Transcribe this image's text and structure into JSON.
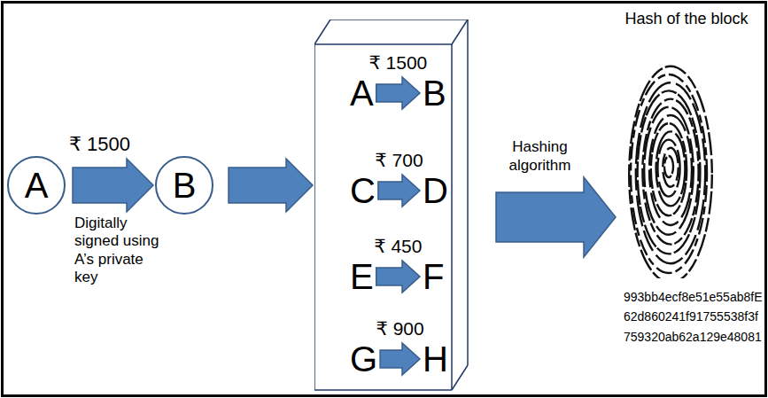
{
  "diagram": {
    "nodes": [
      {
        "text": [
          "A"
        ]
      },
      {
        "text": [
          "B"
        ]
      },
      {
        "text": []
      },
      {
        "text": [
          "A"
        ],
        "in": 2
      },
      {
        "text": [
          "B"
        ],
        "in": 2
      },
      {
        "text": [
          "C"
        ],
        "in": 2
      },
      {
        "text": [
          "D"
        ],
        "in": 2
      },
      {
        "text": [
          "E"
        ],
        "in": 2
      },
      {
        "text": [
          "F"
        ],
        "in": 2
      },
      {
        "text": [
          "G"
        ],
        "in": 2
      },
      {
        "text": [
          "H"
        ],
        "in": 2
      },
      {
        "text": [
          "Hash of the block",
          "993bb4ecf8e51e55ab8fE 62d860241f91755538f3f 759320ab62a129e48081"
        ]
      }
    ],
    "edges": [
      {
        "from": 0,
        "to": 1,
        "label": "₹ 1500",
        "arrow": "to"
      },
      {
        "from": 1,
        "to": 2,
        "arrow": "to"
      },
      {
        "from": 3,
        "to": 4,
        "label": "₹ 1500",
        "arrow": "to"
      },
      {
        "from": 5,
        "to": 6,
        "label": "₹ 700",
        "arrow": "to"
      },
      {
        "from": 7,
        "to": 8,
        "label": "₹ 450",
        "arrow": "to"
      },
      {
        "from": 9,
        "to": 10,
        "label": "₹ 900",
        "arrow": "to"
      },
      {
        "from": 2,
        "to": 11,
        "label": "Hashing algorithm",
        "arrow": "to"
      }
    ],
    "labels": [
      "Digitally signed using A’s private key"
    ]
  }
}
